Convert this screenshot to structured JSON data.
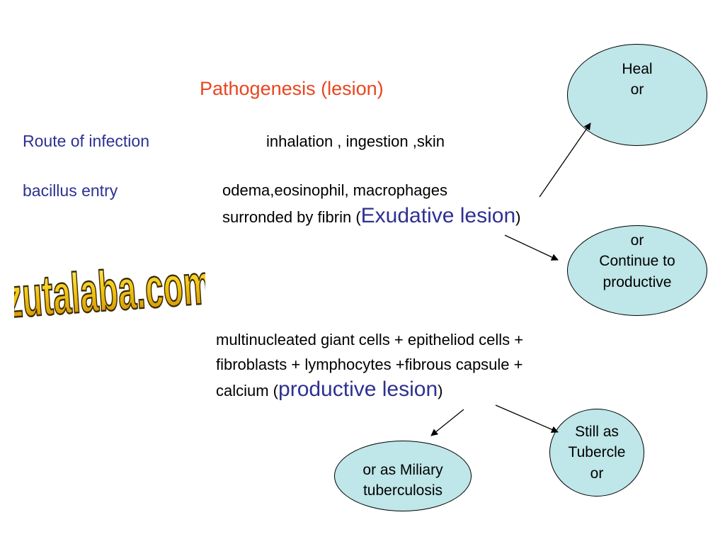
{
  "title": "Pathogenesis (lesion)",
  "rows": {
    "route_label": "Route of infection",
    "route_value": "inhalation , ingestion ,skin",
    "entry_label": "bacillus entry",
    "entry_line1": "odema,eosinophil, macrophages",
    "entry_line2_prefix": "surronded by fibrin (",
    "entry_line2_emph": "Exudative lesion",
    "entry_line2_suffix": ")"
  },
  "productive": {
    "line1": "multinucleated giant cells + epitheliod cells +",
    "line2": "fibroblasts + lymphocytes +fibrous capsule +",
    "line3_prefix": "calcium (",
    "line3_emph": "productive lesion",
    "line3_suffix": ")"
  },
  "nodes": {
    "heal": [
      "Heal",
      "or"
    ],
    "continue": [
      "or",
      "Continue to",
      "productive"
    ],
    "tubercle": [
      "Still as",
      "Tubercle",
      "or"
    ],
    "miliary": [
      "or as Miliary",
      "tuberculosis"
    ]
  },
  "watermark": "zutalaba.com",
  "colors": {
    "title": "#e8461f",
    "label": "#2e3192",
    "node_fill": "#bfe6e8"
  }
}
